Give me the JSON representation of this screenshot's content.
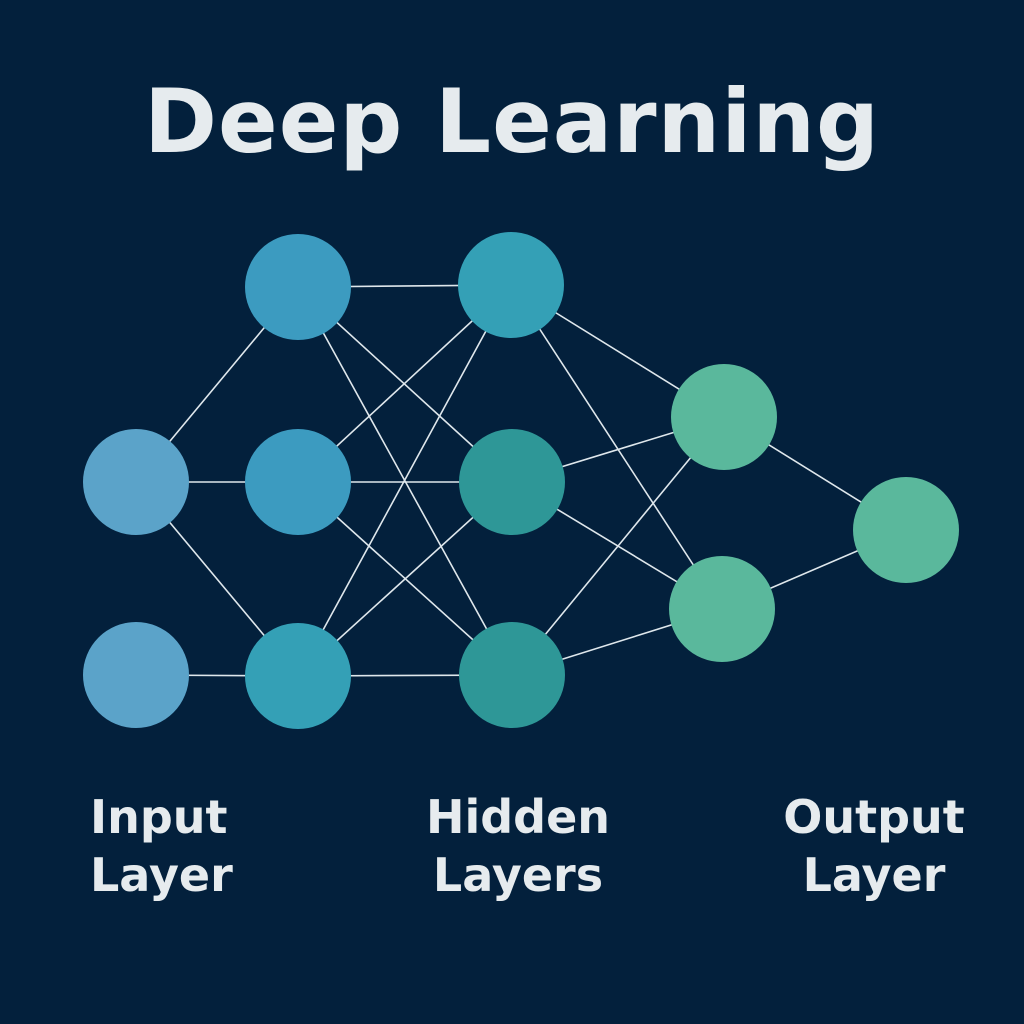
{
  "title": "Deep Learning",
  "labels": {
    "input": [
      "Input",
      "Layer"
    ],
    "hidden": [
      "Hidden",
      "Layers"
    ],
    "output": [
      "Output",
      "Layer"
    ]
  },
  "colors": {
    "background": "#03203c",
    "text": "#e6ebee",
    "edge": "#dfe7ec",
    "input_node": "#5ba3c9",
    "hidden1_node": "#3c9bc0",
    "hidden2_top_node": "#34a0b6",
    "hidden2_node": "#2e9797",
    "output_node": "#5ab89c"
  }
}
